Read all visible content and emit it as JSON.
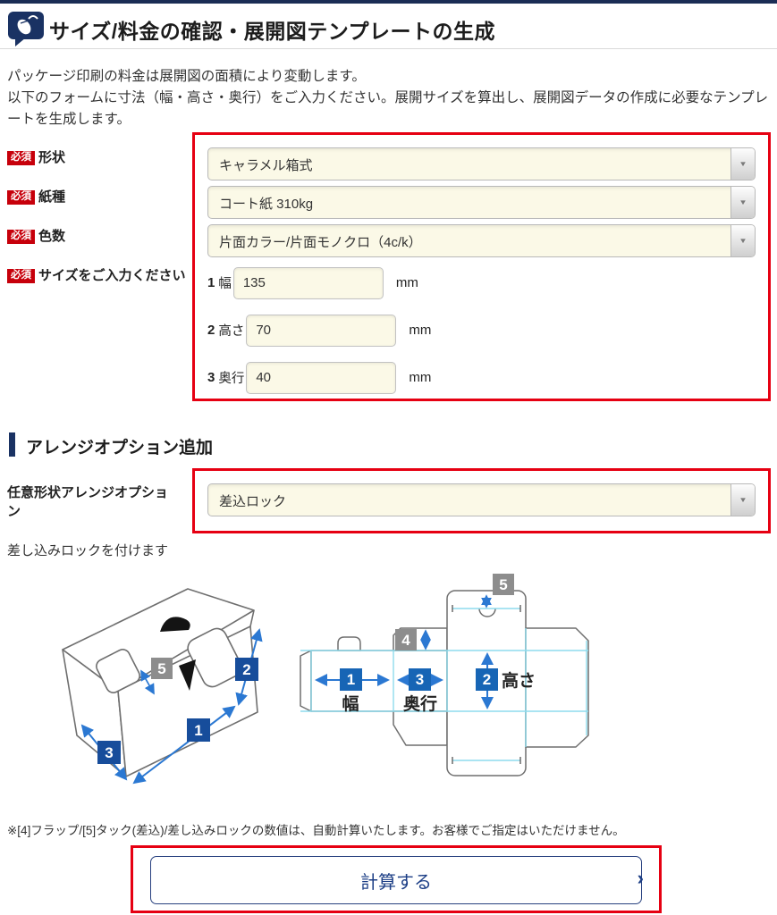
{
  "header": {
    "title": "サイズ/料金の確認・展開図テンプレートの生成"
  },
  "intro": {
    "line1": "パッケージ印刷の料金は展開図の面積により変動します。",
    "line2": "以下のフォームに寸法（幅・高さ・奥行）をご入力ください。展開サイズを算出し、展開図データの作成に必要なテンプレートを生成します。"
  },
  "required_badge": "必須",
  "form": {
    "fields": [
      {
        "label": "形状",
        "value": "キャラメル箱式"
      },
      {
        "label": "紙種",
        "value": "コート紙 310kg"
      },
      {
        "label": "色数",
        "value": "片面カラー/片面モノクロ（4c/k）"
      }
    ],
    "size_label": "サイズをご入力ください",
    "size_rows": [
      {
        "num": "1",
        "name": "幅",
        "value": "135",
        "unit": "mm"
      },
      {
        "num": "2",
        "name": "高さ",
        "value": "70",
        "unit": "mm"
      },
      {
        "num": "3",
        "name": "奥行",
        "value": "40",
        "unit": "mm"
      }
    ]
  },
  "arrange": {
    "section_title": "アレンジオプション追加",
    "label": "任意形状アレンジオプション",
    "value": "差込ロック",
    "description": "差し込みロックを付けます"
  },
  "diagram": {
    "badge1": "1",
    "badge2": "2",
    "badge3": "3",
    "badge4": "4",
    "badge5": "5",
    "width_label": "幅",
    "depth_label": "奥行",
    "height_label": "高さ"
  },
  "icons": {
    "dropdown": "▼",
    "chevron": "›"
  },
  "footer": {
    "note": "※[4]フラップ/[5]タック(差込)/差し込みロックの数値は、自動計算いたします。お客様でご指定はいただけません。",
    "button_label": "計算する"
  },
  "colors": {
    "navy": "#1a3263",
    "annotation_red": "#e60012",
    "required_red": "#c7000b",
    "field_bg": "#fbf9e7",
    "badge_blue": "#1765b5",
    "badge_navy": "#174d9b",
    "badge_gray": "#8d8d8d",
    "fold_cyan": "#8edced",
    "arrow_blue": "#2b78d2"
  }
}
